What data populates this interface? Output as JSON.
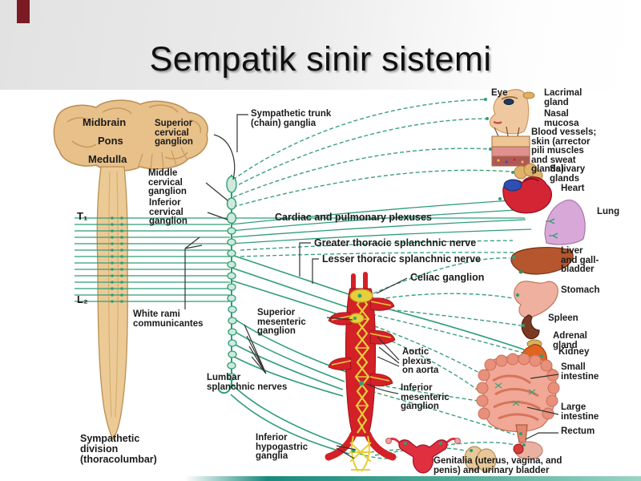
{
  "title": "Sempatik sinir sistemi",
  "diagram": {
    "brain": {
      "midbrain": "Midbrain",
      "pons": "Pons",
      "medulla": "Medulla"
    },
    "spine": {
      "t1": "T₁",
      "l2": "L₂"
    },
    "left_labels": {
      "superior_cervical": "Superior\ncervical\nganglion",
      "middle_cervical": "Middle\ncervical\nganglion",
      "inferior_cervical": "Inferior\ncervical\nganglion",
      "sympathetic_trunk": "Sympathetic trunk\n(chain) ganglia",
      "white_rami": "White rami\ncommunicantes",
      "lumbar_splanchnic": "Lumbar\nsplanchnic nerves",
      "division": "Sympathetic\ndivision\n(thoracolumbar)"
    },
    "center_labels": {
      "cardiac_pulmonary": "Cardiac and pulmonary plexuses",
      "greater_splanchnic": "Greater thoracic splanchnic nerve",
      "lesser_splanchnic": "Lesser thoracic splanchnic nerve",
      "celiac": "Celiac ganglion",
      "superior_mesenteric": "Superior\nmesenteric\nganglion",
      "aortic_plexus": "Aortic\nplexus\non aorta",
      "inferior_mesenteric": "Inferior\nmesenteric\nganglion",
      "inferior_hypogastric": "Inferior\nhypogastric\nganglia",
      "genitalia": "Genitalia (uterus, vagina, and\npenis) and urinary bladder"
    },
    "organ_labels": {
      "eye": "Eye",
      "lacrimal": "Lacrimal\ngland",
      "nasal": "Nasal\nmucosa",
      "blood_vessels": "Blood vessels;\nskin (arrector\npili muscles\nand sweat\nglands)",
      "salivary": "Salivary\nglands",
      "heart": "Heart",
      "lung": "Lung",
      "liver": "Liver\nand gall-\nbladder",
      "stomach": "Stomach",
      "spleen": "Spleen",
      "adrenal": "Adrenal\ngland",
      "kidney": "Kidney",
      "small_intestine": "Small\nintestine",
      "large_intestine": "Large\nintestine",
      "rectum": "Rectum"
    },
    "colors": {
      "nerve_green": "#2f9e77",
      "ganglion_fill": "#cfe9dc",
      "brain_tan": "#e7c08a",
      "aorta_red": "#d42027",
      "plexus_yellow": "#e6cf3a",
      "accent_maroon": "#7b1a24",
      "label_text": "#1b1b1b"
    }
  }
}
